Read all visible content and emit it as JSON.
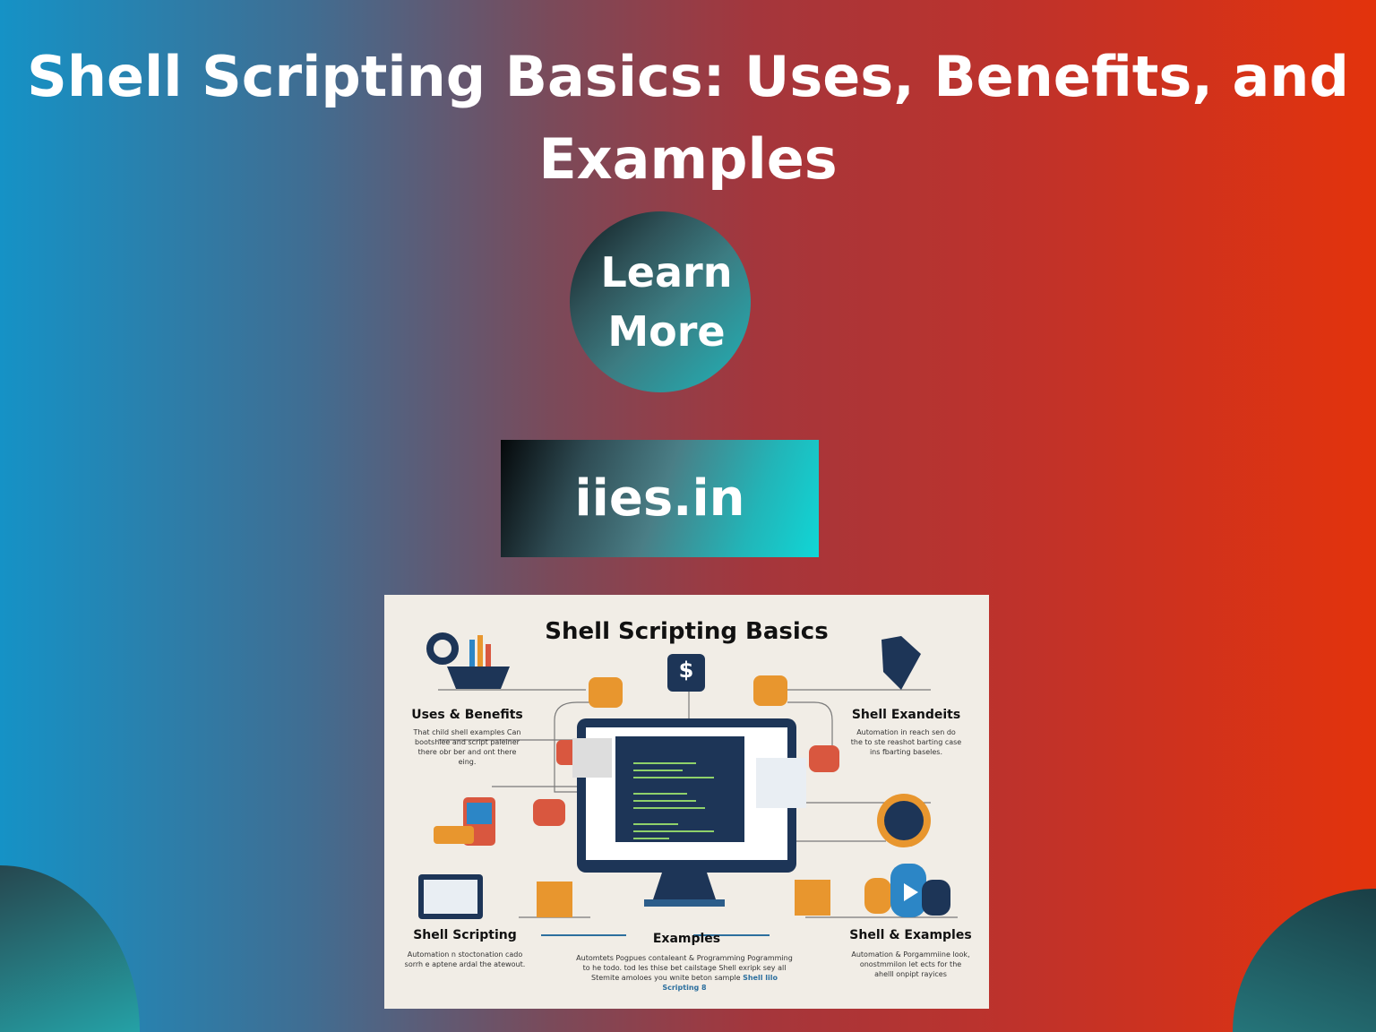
{
  "header": {
    "title": "Shell Scripting Basics: Uses, Benefits, and Examples"
  },
  "cta": {
    "learn_more_line1": "Learn",
    "learn_more_line2": "More",
    "website": "iies.in"
  },
  "colors": {
    "bg_left": "#1592c6",
    "bg_mid": "#a4363c",
    "bg_right": "#e3330c",
    "teal": "#1fb3b8",
    "navy": "#1d3557",
    "orange": "#e8962e",
    "coral": "#d9573f"
  },
  "infographic": {
    "title": "Shell Scripting Basics",
    "dollar_icon": "$",
    "sections": [
      {
        "heading": "Uses & Benefits",
        "body": "That child shell examples Can bootshlee and script paleiner there obr ber and ont there eing."
      },
      {
        "heading": "Shell Exandeits",
        "body": "Automation in reach sen do the to ste reashot barting case ins fbarting baseles."
      },
      {
        "heading": "Shell Scripting",
        "body": "Automation n stoctonation cado sorrh e aptene ardal the atewout."
      },
      {
        "heading": "Examples",
        "body": "Automtets Pogpues contaleant & Programming Pogramming to he todo. tod les thise bet cailstage Shell exripk sey all Stemite amoloes you wnite beton sample",
        "link": "Shell lilo Scripting 8"
      },
      {
        "heading": "Shell  & Examples",
        "body": "Automation & Porgammiine look, onostmmilon let ects for the ahelll onpipt rayices"
      }
    ]
  }
}
